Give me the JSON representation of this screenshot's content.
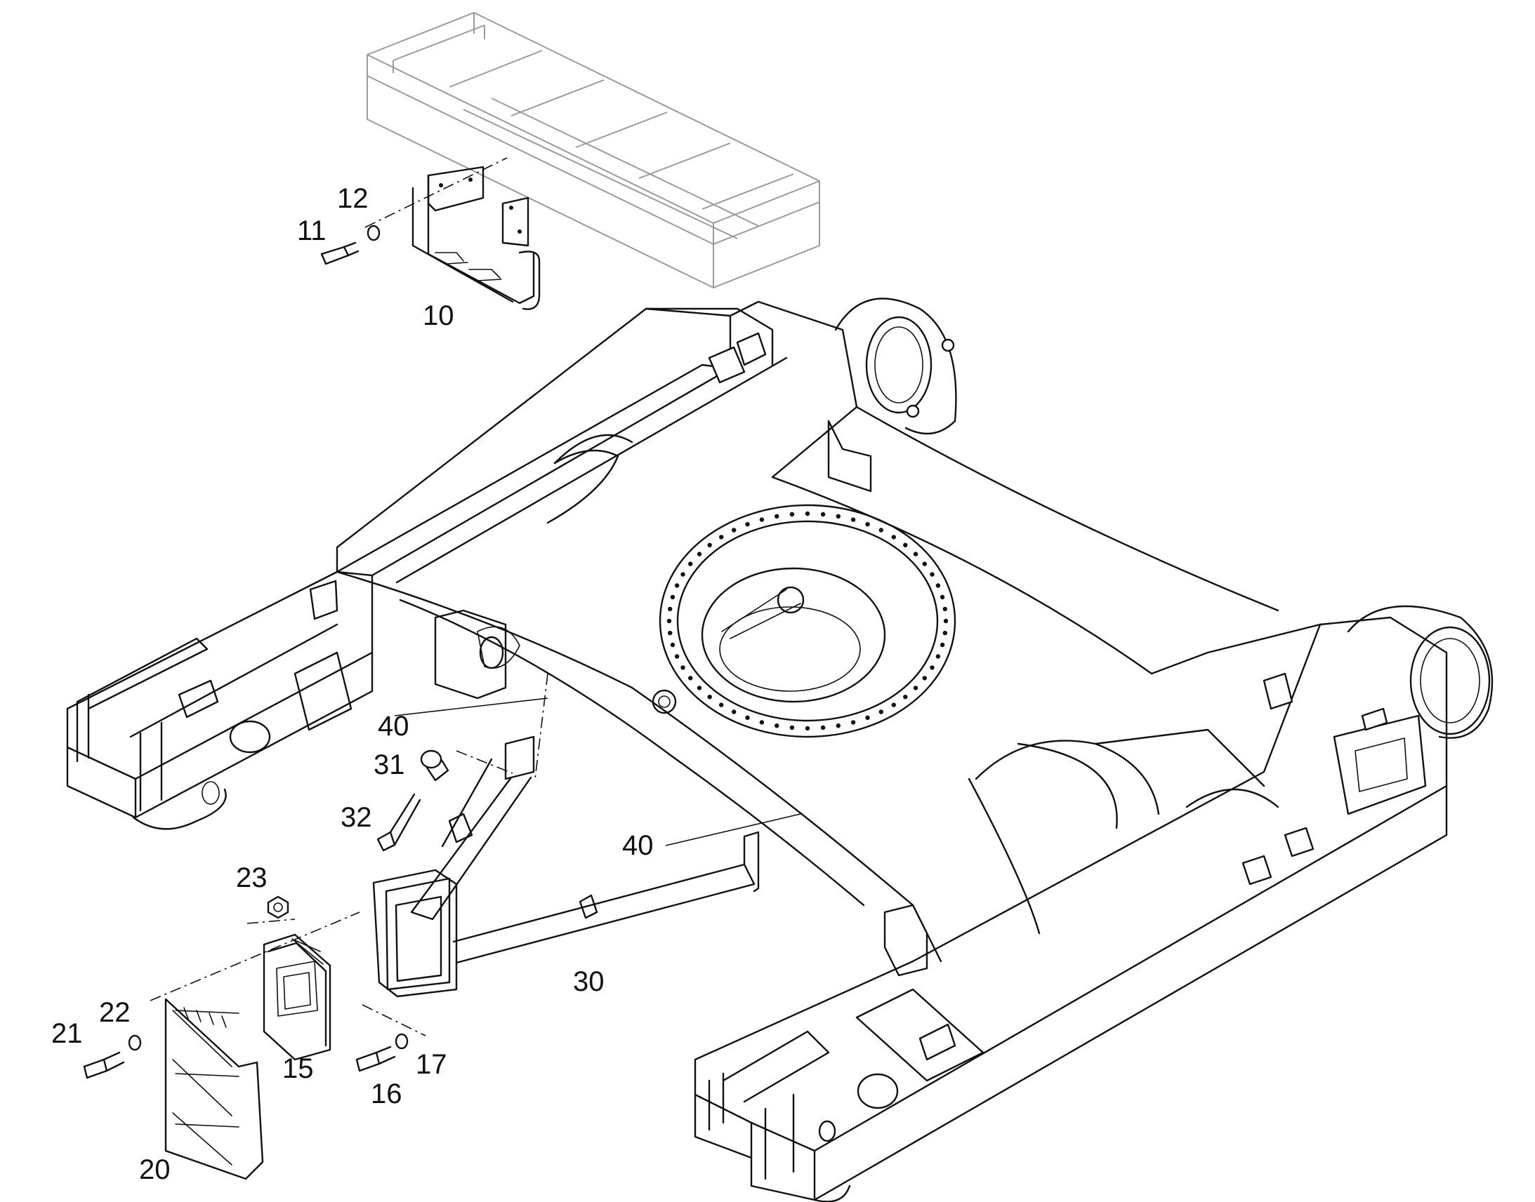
{
  "callouts": {
    "c10": "10",
    "c11": "11",
    "c12": "12",
    "c15": "15",
    "c16": "16",
    "c17": "17",
    "c20": "20",
    "c21": "21",
    "c22": "22",
    "c23": "23",
    "c30": "30",
    "c31": "31",
    "c32": "32",
    "c40a": "40",
    "c40b": "40"
  }
}
